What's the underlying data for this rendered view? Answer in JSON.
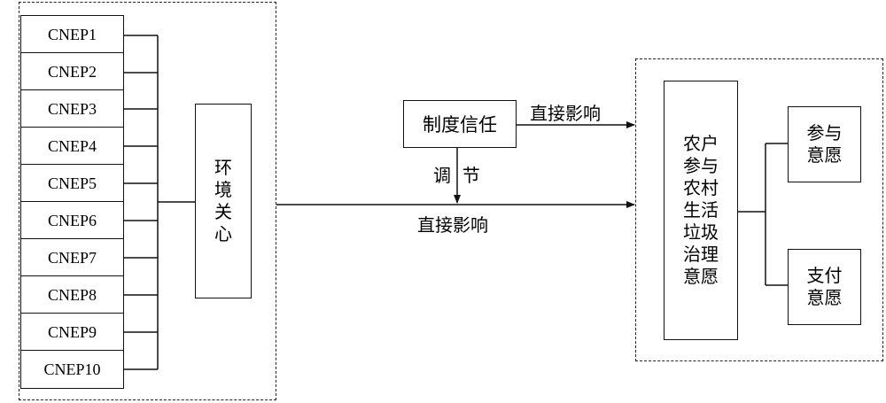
{
  "left_group": {
    "items": [
      "CNEP1",
      "CNEP2",
      "CNEP3",
      "CNEP4",
      "CNEP5",
      "CNEP6",
      "CNEP7",
      "CNEP8",
      "CNEP9",
      "CNEP10"
    ],
    "concern_label": "环境关心"
  },
  "middle": {
    "trust_label": "制度信任",
    "moderation_label": "调  节",
    "direct_effect_top": "直接影响",
    "direct_effect_bottom": "直接影响"
  },
  "right_group": {
    "willingness_label": "农户参与农村生活垃圾治理意愿",
    "participate_label": "参与意愿",
    "pay_label": "支付意愿"
  }
}
